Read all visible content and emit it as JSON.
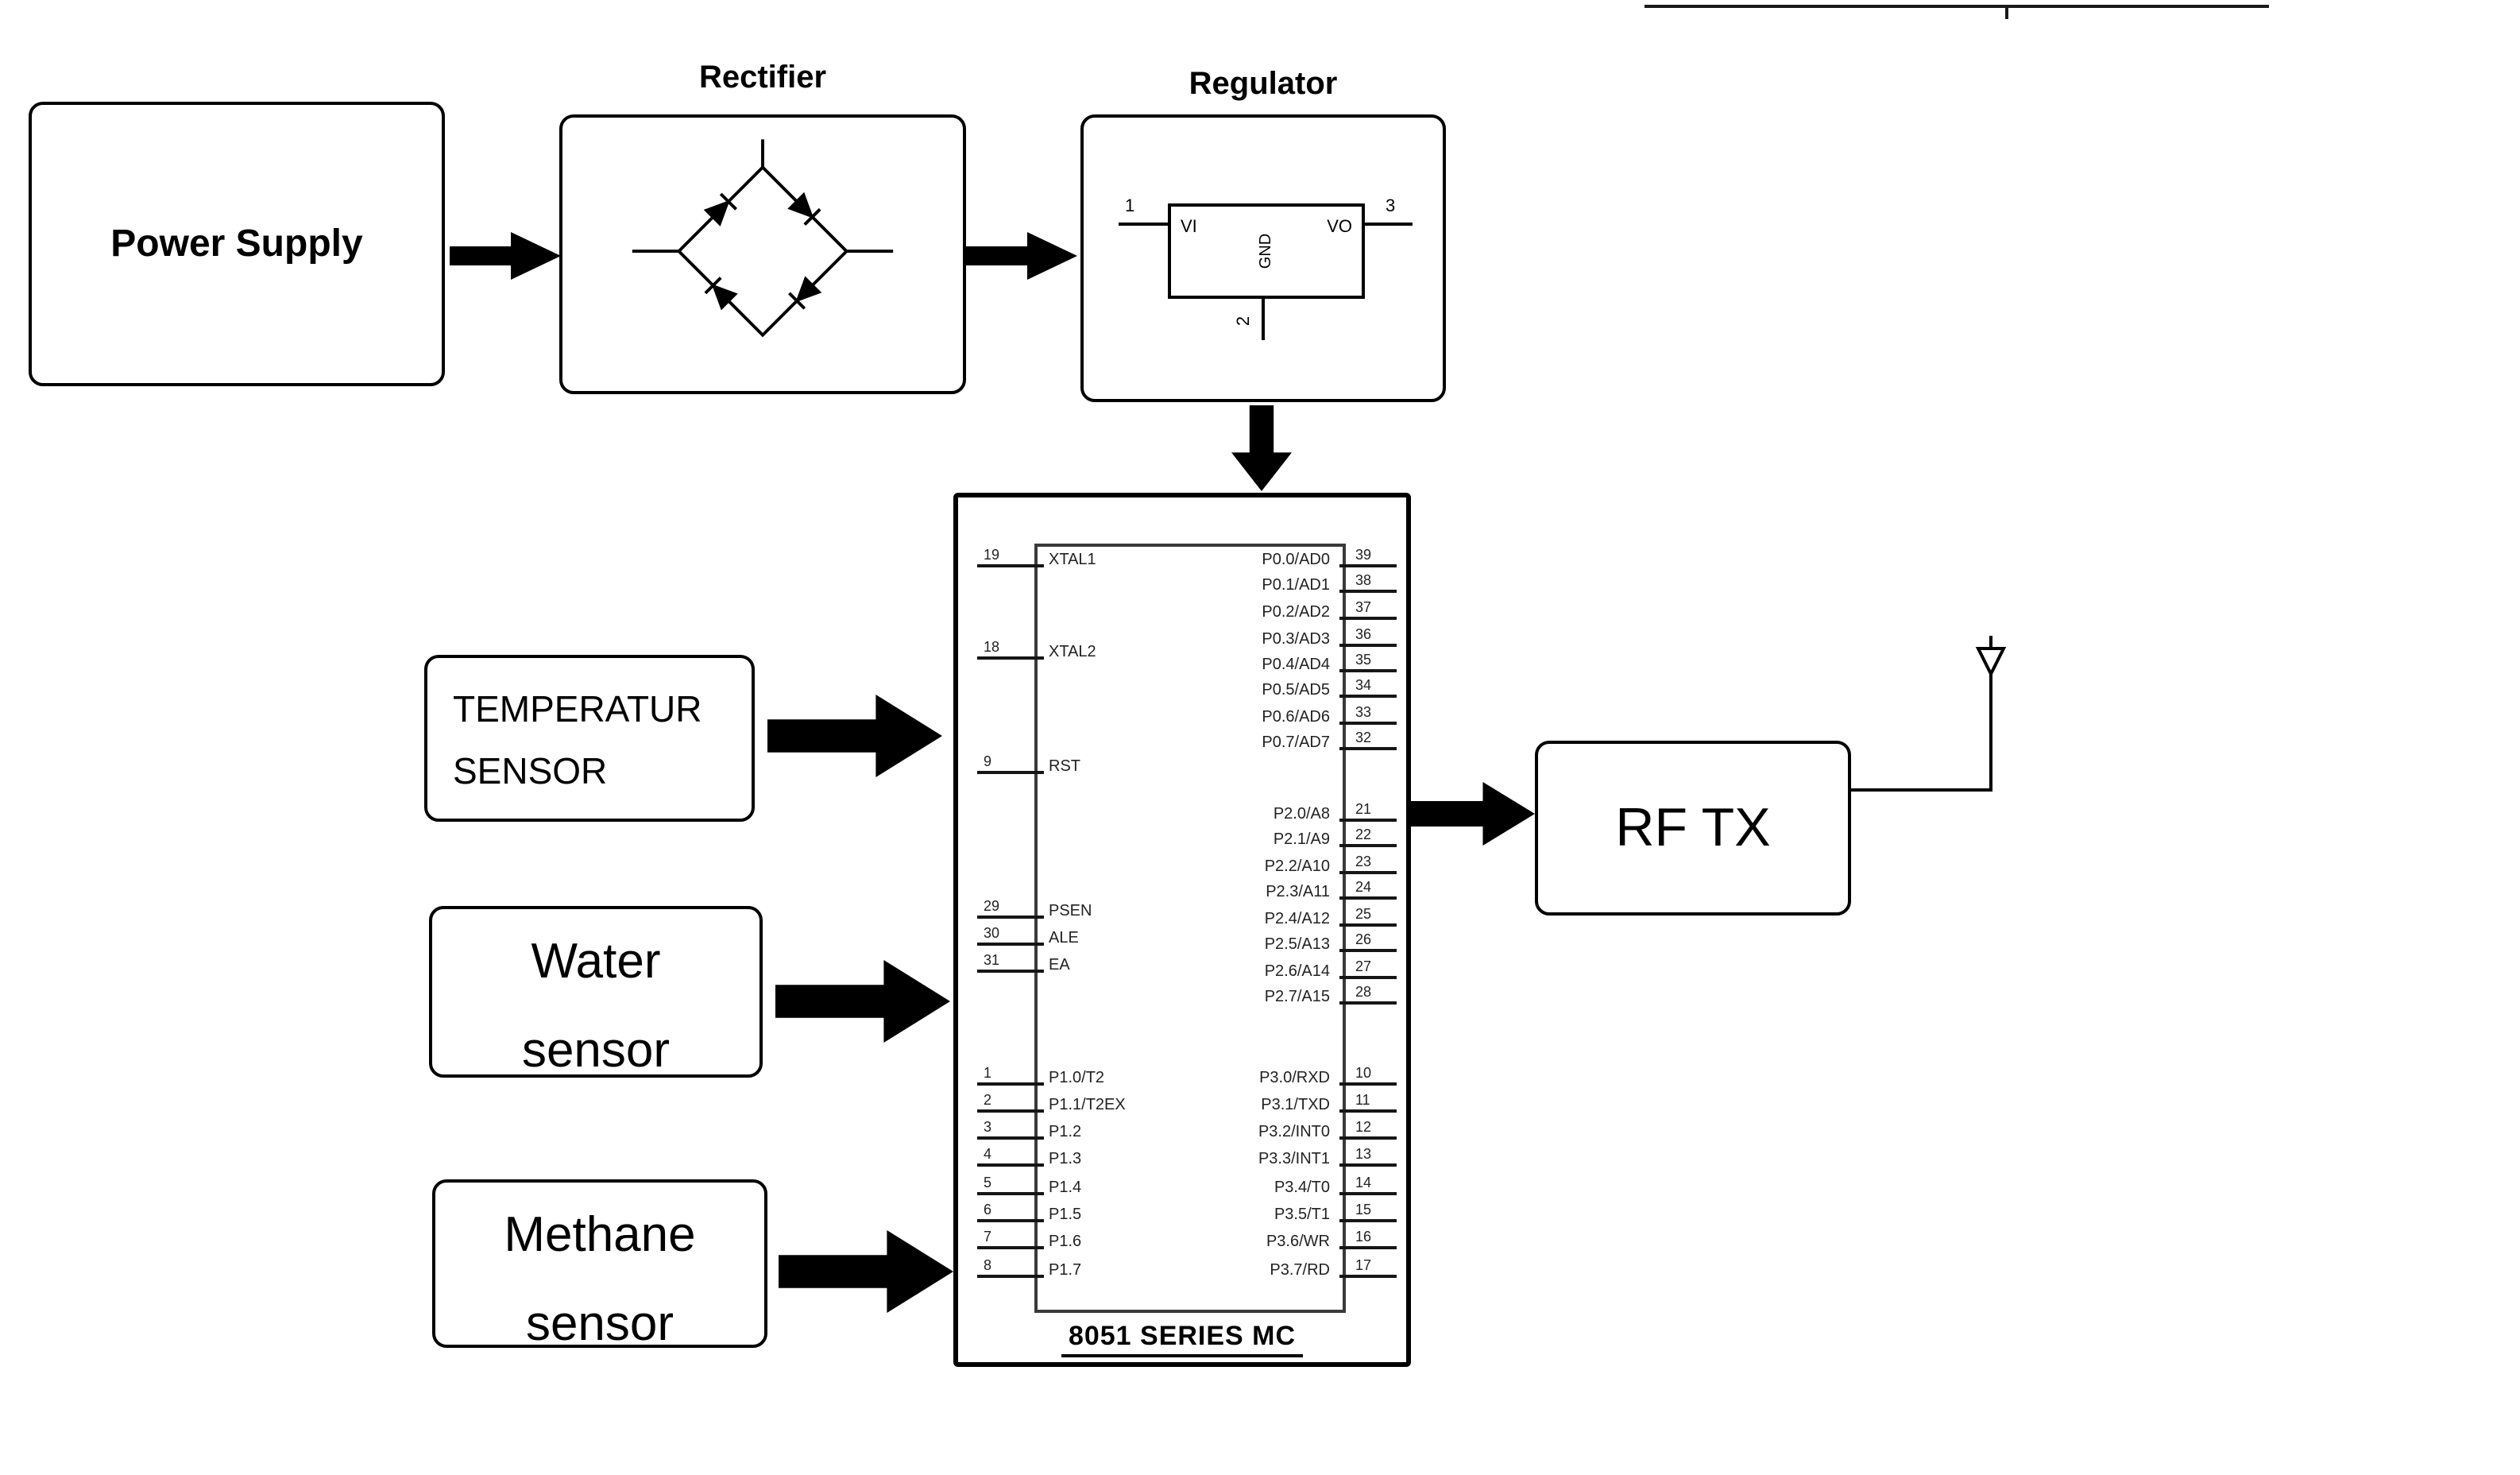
{
  "canvas": {
    "background": "#ffffff",
    "ink": "#000000"
  },
  "icons": {
    "arrow-right-icon": "filled-right-arrow",
    "arrow-down-icon": "filled-down-arrow",
    "antenna-icon": "triangle-antenna",
    "bridge-rectifier-icon": "diode-bridge",
    "regulator-ic-icon": "three-pin-regulator"
  },
  "blocks": {
    "power_supply": {
      "label": "Power Supply"
    },
    "rectifier": {
      "title": "Rectifier"
    },
    "regulator": {
      "title": "Regulator",
      "ic": {
        "vi": "VI",
        "vo": "VO",
        "gnd": "GND",
        "pin_in": "1",
        "pin_gnd": "2",
        "pin_out": "3"
      }
    },
    "temperature_sensor": {
      "line1": "TEMPERATUR",
      "line2": "SENSOR"
    },
    "water_sensor": {
      "line1": "Water",
      "line2": "sensor"
    },
    "methane_sensor": {
      "line1": "Methane",
      "line2": "sensor"
    },
    "rf_tx": {
      "label": "RF TX"
    }
  },
  "mcu": {
    "title": "8051 SERIES MC",
    "left_pin_groups": [
      {
        "pins": [
          {
            "num": "19",
            "label": "XTAL1"
          },
          {
            "num": "18",
            "label": "XTAL2"
          },
          {
            "num": "9",
            "label": "RST"
          }
        ]
      },
      {
        "pins": [
          {
            "num": "29",
            "label": "PSEN"
          },
          {
            "num": "30",
            "label": "ALE"
          },
          {
            "num": "31",
            "label": "EA"
          }
        ]
      },
      {
        "pins": [
          {
            "num": "1",
            "label": "P1.0/T2"
          },
          {
            "num": "2",
            "label": "P1.1/T2EX"
          },
          {
            "num": "3",
            "label": "P1.2"
          },
          {
            "num": "4",
            "label": "P1.3"
          },
          {
            "num": "5",
            "label": "P1.4"
          },
          {
            "num": "6",
            "label": "P1.5"
          },
          {
            "num": "7",
            "label": "P1.6"
          },
          {
            "num": "8",
            "label": "P1.7"
          }
        ]
      }
    ],
    "right_pin_groups": [
      {
        "pins": [
          {
            "num": "39",
            "label": "P0.0/AD0"
          },
          {
            "num": "38",
            "label": "P0.1/AD1"
          },
          {
            "num": "37",
            "label": "P0.2/AD2"
          },
          {
            "num": "36",
            "label": "P0.3/AD3"
          },
          {
            "num": "35",
            "label": "P0.4/AD4"
          },
          {
            "num": "34",
            "label": "P0.5/AD5"
          },
          {
            "num": "33",
            "label": "P0.6/AD6"
          },
          {
            "num": "32",
            "label": "P0.7/AD7"
          }
        ]
      },
      {
        "pins": [
          {
            "num": "21",
            "label": "P2.0/A8"
          },
          {
            "num": "22",
            "label": "P2.1/A9"
          },
          {
            "num": "23",
            "label": "P2.2/A10"
          },
          {
            "num": "24",
            "label": "P2.3/A11"
          },
          {
            "num": "25",
            "label": "P2.4/A12"
          },
          {
            "num": "26",
            "label": "P2.5/A13"
          },
          {
            "num": "27",
            "label": "P2.6/A14"
          },
          {
            "num": "28",
            "label": "P2.7/A15"
          }
        ]
      },
      {
        "pins": [
          {
            "num": "10",
            "label": "P3.0/RXD"
          },
          {
            "num": "11",
            "label": "P3.1/TXD"
          },
          {
            "num": "12",
            "label": "P3.2/INT0"
          },
          {
            "num": "13",
            "label": "P3.3/INT1"
          },
          {
            "num": "14",
            "label": "P3.4/T0"
          },
          {
            "num": "15",
            "label": "P3.5/T1"
          },
          {
            "num": "16",
            "label": "P3.6/WR"
          },
          {
            "num": "17",
            "label": "P3.7/RD"
          }
        ]
      }
    ]
  }
}
